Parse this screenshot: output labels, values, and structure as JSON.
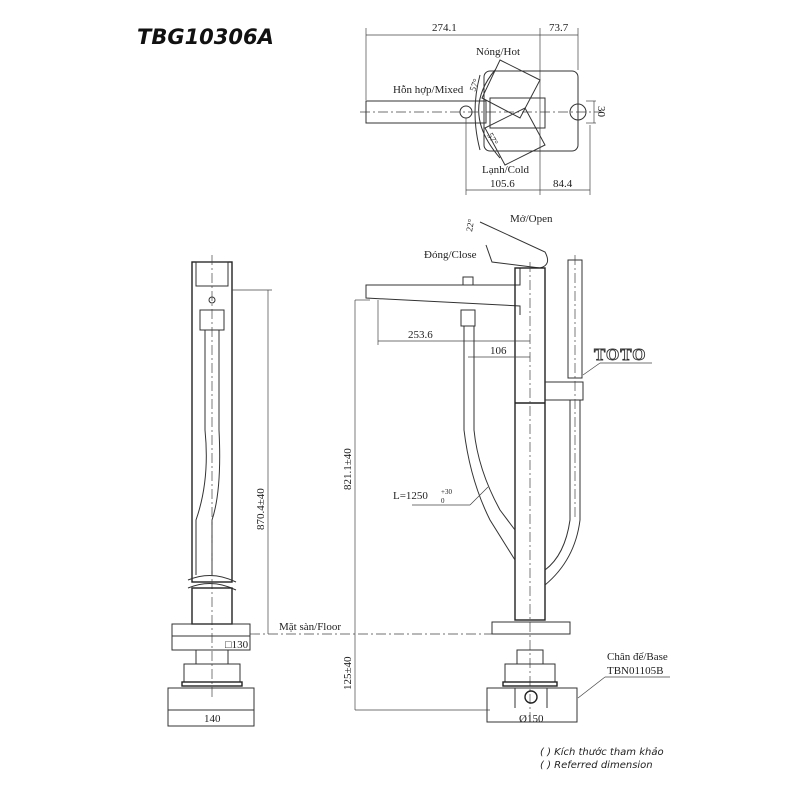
{
  "title": "TBG10306A",
  "top_view": {
    "dim_left": "274.1",
    "dim_right": "73.7",
    "hot": "Nóng/Hot",
    "mixed": "Hỗn hợp/Mixed",
    "cold": "Lạnh/Cold",
    "angle_top": "57°",
    "angle_bottom": "57°",
    "dim_height": "30",
    "dim_bottom_left": "105.6",
    "dim_bottom_right": "84.4"
  },
  "side_view": {
    "height": "870.4±40",
    "floor": "Mặt sàn/Floor",
    "square": "□130",
    "width": "140"
  },
  "front_view": {
    "open": "Mở/Open",
    "close": "Đóng/Close",
    "angle": "22°",
    "spout_reach": "253.6",
    "lever_offset": "106",
    "brand": "TOTO",
    "height": "821.1±40",
    "hose_length": "L=1250",
    "hose_tol_upper": "+30",
    "hose_tol_lower": "0",
    "depth": "125±40",
    "base_label": "Chân đế/Base",
    "base_model": "TBN01105B",
    "diameter": "Ø150"
  },
  "notes": [
    "( ) Kích thước tham khảo",
    "( ) Referred dimension"
  ]
}
